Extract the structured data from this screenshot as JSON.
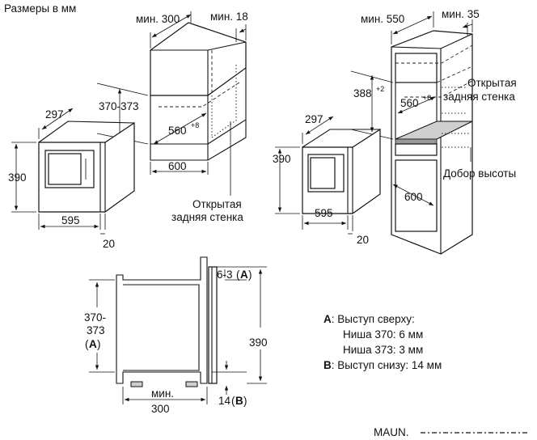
{
  "header": {
    "title": "Размеры в мм"
  },
  "left_diagram": {
    "niche_depth": "мин. 300",
    "niche_gap": "мин. 18",
    "niche_height": "370-373",
    "opening_width": "560",
    "opening_width_tol": "+8",
    "niche_width": "600",
    "open_back_line1": "Открытая",
    "open_back_line2": "задняя стенка",
    "oven_depth": "297",
    "oven_height": "390",
    "oven_width": "595",
    "front_thickness": "20"
  },
  "right_diagram": {
    "niche_depth": "мин. 550",
    "niche_gap": "мин. 35",
    "niche_height": "388",
    "niche_height_tol": "+2",
    "opening_width": "560",
    "opening_width_tol": "+8",
    "open_back_line1": "Открытая",
    "open_back_line2": "задняя стенка",
    "height_extension": "Добор высоты",
    "cabinet_width": "600",
    "oven_depth": "297",
    "oven_height": "390",
    "oven_width": "595",
    "front_thickness": "20"
  },
  "side_view": {
    "top_dim": "6-3",
    "top_dim_ref": "A",
    "niche_height_l1": "370-",
    "niche_height_l2": "373",
    "niche_height_ref": "A",
    "front_height": "390",
    "bottom_dim": "14",
    "bottom_dim_ref": "B",
    "depth_l1": "мин.",
    "depth_l2": "300"
  },
  "legend": {
    "a_key": "A",
    "a_text": ": Выступ сверху:",
    "a_line1": "Ниша 370: 6 мм",
    "a_line2": "Ниша 373: 3 мм",
    "b_key": "B",
    "b_text": ": Выступ снизу: 14 мм"
  },
  "footer": {
    "code": "MAUN."
  }
}
